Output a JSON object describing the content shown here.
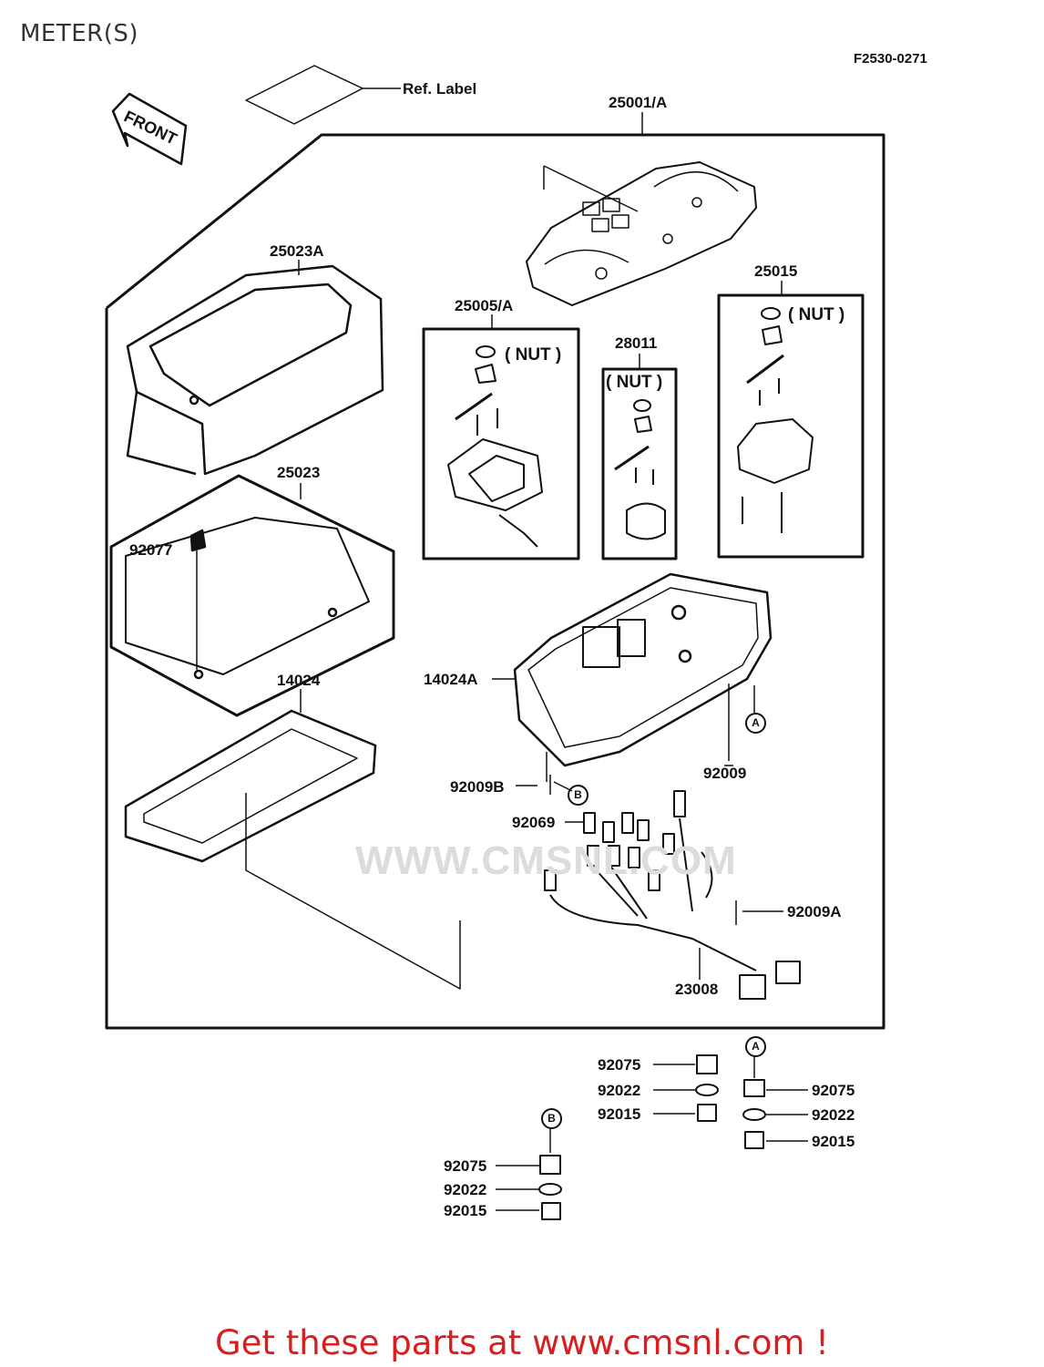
{
  "header": {
    "title": "METER(S)",
    "figure_code": "F2530-0271"
  },
  "direction_label": "FRONT",
  "watermark": "WWW.CMSNL.COM",
  "ref_label": "Ref. Label",
  "nut_label": "( NUT )",
  "parts": {
    "p25001A": "25001/A",
    "p25023A": "25023A",
    "p25023": "25023",
    "p25005A": "25005/A",
    "p28011": "28011",
    "p25015": "25015",
    "p92077": "92077",
    "p14024": "14024",
    "p14024A": "14024A",
    "p92009": "92009",
    "p92009B": "92009B",
    "p92069": "92069",
    "p92009A": "92009A",
    "p23008": "23008",
    "p92075": "92075",
    "p92022": "92022",
    "p92015": "92015"
  },
  "markers": {
    "a": "A",
    "b": "B"
  },
  "footer": {
    "promo": "Get these parts at www.cmsnl.com !"
  }
}
